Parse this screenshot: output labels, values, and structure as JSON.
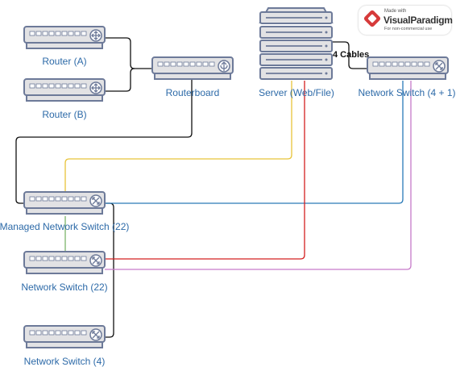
{
  "watermark": {
    "made_with": "Made with",
    "brand": "VisualParadigm",
    "note": "For non-commercial use"
  },
  "nodes": {
    "router_a": "Router (A)",
    "router_b": "Router (B)",
    "routerboard": "Routerboard",
    "server": "Server (Web/File)",
    "switch_4_1": "Network Switch (4 + 1)",
    "managed_switch_22": "Managed Network Switch (22)",
    "switch_22": "Network Switch (22)",
    "switch_4": "Network Switch (4)"
  },
  "cable_label": "4 Cables",
  "colors": {
    "device_fill": "#e2e2e4",
    "device_stroke": "#6d7a99",
    "label": "#2d6aa8",
    "cable_black": "#111111",
    "cable_yellow": "#e8c43a",
    "cable_blue": "#2a7ab8",
    "cable_red": "#d42020",
    "cable_green": "#7cb56a",
    "cable_violet": "#c77ac9"
  },
  "icons": {
    "router": "router-icon",
    "routerboard": "routerboard-icon",
    "server": "server-rack-icon",
    "switch": "network-switch-icon"
  }
}
